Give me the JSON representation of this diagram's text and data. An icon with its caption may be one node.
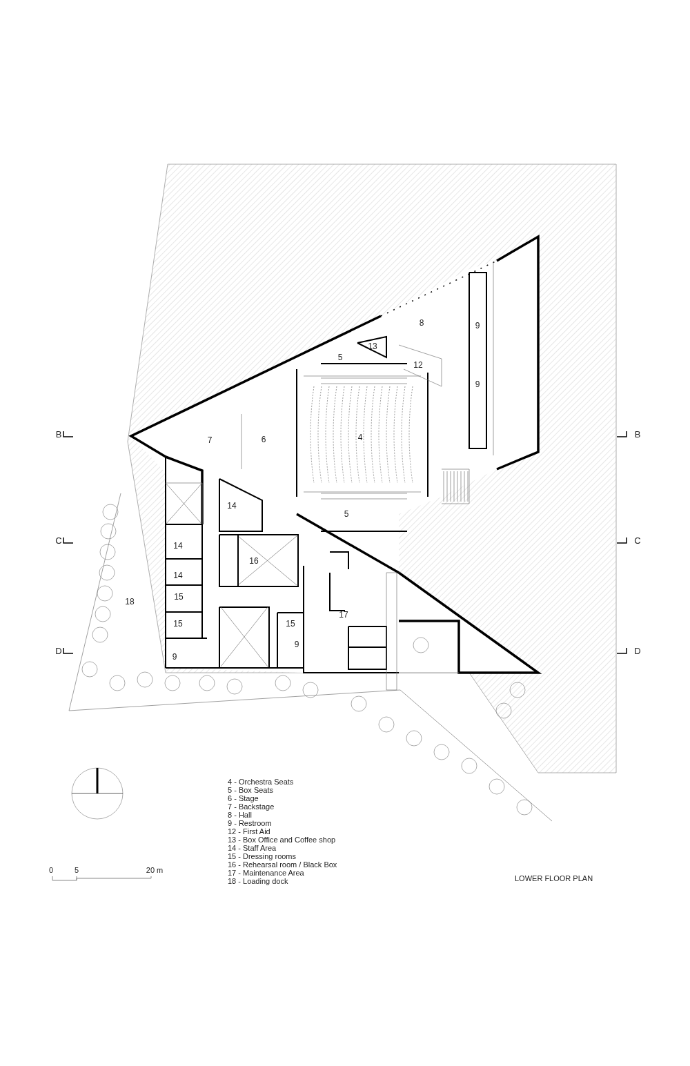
{
  "diagram": {
    "title": "LOWER FLOOR PLAN",
    "labels": [
      "8",
      "9",
      "13",
      "5",
      "12",
      "9",
      "B",
      "7",
      "6",
      "4",
      "B",
      "14",
      "5",
      "C",
      "14",
      "16",
      "C",
      "14",
      "18",
      "15",
      "17",
      "15",
      "15",
      "D",
      "9",
      "9",
      "D",
      "0",
      "5",
      "20 m",
      "4 - Orchestra Seats",
      "5 - Box Seats",
      "6 - Stage",
      "7 - Backstage",
      "8 - Hall",
      "9 - Restroom",
      "12 - First Aid",
      "13 - Box Office and Coffee shop",
      "14 - Staff Area",
      "15 - Dressing rooms",
      "16 - Rehearsal room / Black Box",
      "17 - Maintenance Area",
      "18 - Loading dock"
    ]
  }
}
